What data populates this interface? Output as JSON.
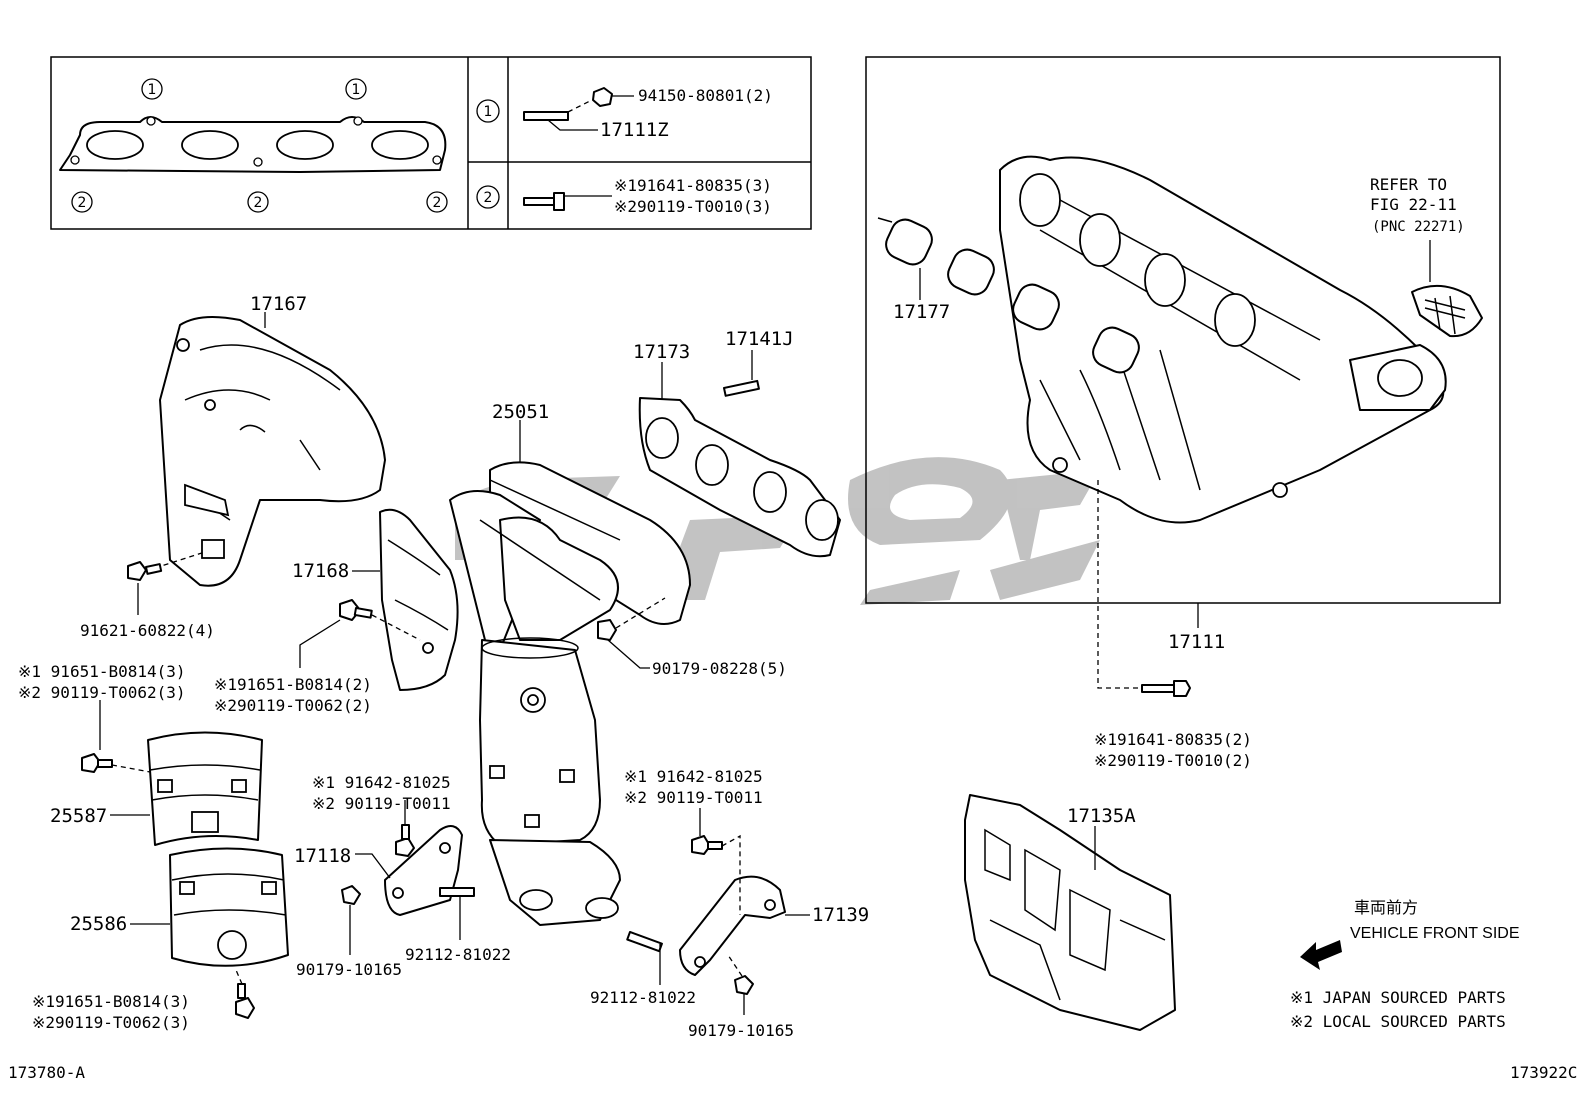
{
  "inset_box": {
    "circle_labels": [
      "1",
      "2"
    ],
    "row1_nut": "94150-80801(2)",
    "row1_stud": "17111Z",
    "row2_bolt_line1": "※191641-80835(3)",
    "row2_bolt_line2": "※290119-T0010(3)"
  },
  "labels": {
    "p17167": "17167",
    "p17168": "17168",
    "p25051": "25051",
    "p17173": "17173",
    "p17141J": "17141J",
    "p17177": "17177",
    "p17111": "17111",
    "p17118": "17118",
    "p17139": "17139",
    "p25587": "25587",
    "p25586": "25586",
    "p17135A": "17135A",
    "b91621": "91621-60822(4)",
    "b_l1": "※1 91651-B0814(3)",
    "b_l2": "※2 90119-T0062(3)",
    "b_m1": "※191651-B0814(2)",
    "b_m2": "※290119-T0062(2)",
    "nut90179_5": "90179-08228(5)",
    "b_c1": "※1 91642-81025",
    "b_c2": "※2 90119-T0011",
    "b_r1": "※1 91642-81025",
    "b_r2": "※2 90119-T0011",
    "nut90179_a": "90179-10165",
    "stud92112_a": "92112-81022",
    "stud92112_b": "92112-81022",
    "nut90179_b": "90179-10165",
    "b_bl1": "※191651-B0814(3)",
    "b_bl2": "※290119-T0062(3)",
    "b_rr1": "※191641-80835(2)",
    "b_rr2": "※290119-T0010(2)"
  },
  "refer": {
    "line1": "REFER TO",
    "line2": "FIG 22-11",
    "line3": "(PNC 22271)"
  },
  "front": {
    "japanese": "車両前方",
    "english": "VEHICLE FRONT SIDE"
  },
  "legend": {
    "line1": "※1 JAPAN SOURCED PARTS",
    "line2": "※2 LOCAL SOURCED PARTS"
  },
  "footer": {
    "left_code": "173780-A",
    "right_code": "173922C"
  }
}
